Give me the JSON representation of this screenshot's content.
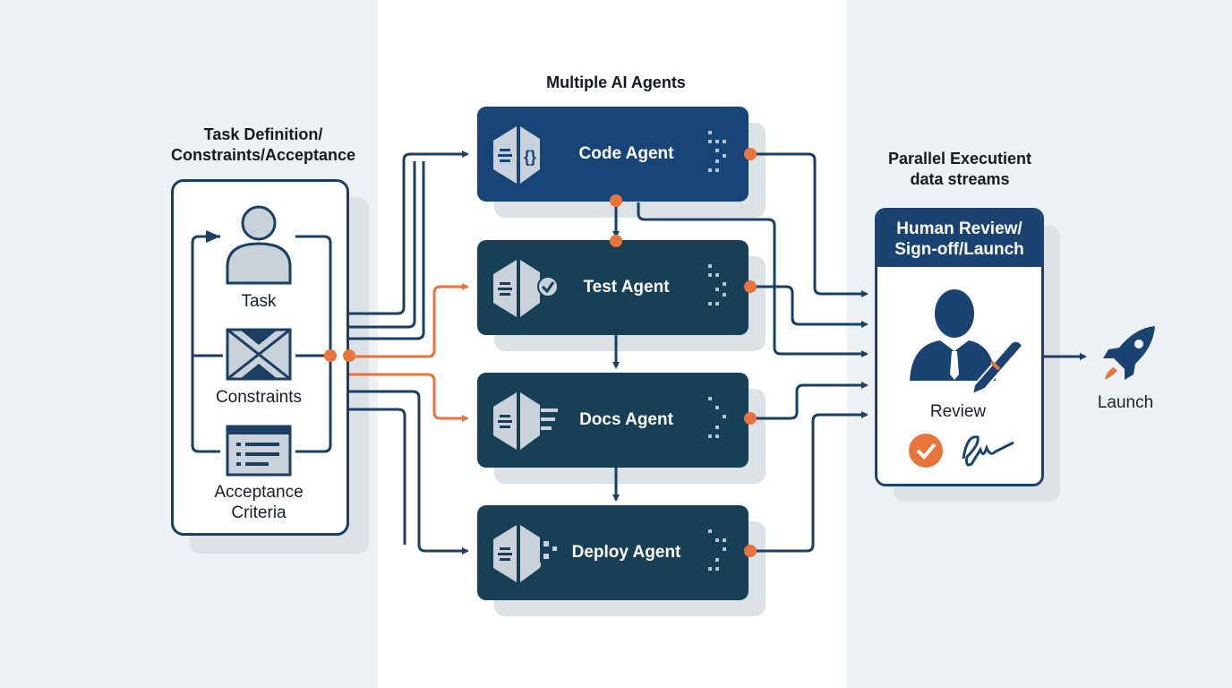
{
  "header": {
    "title": "Multiple AI Agents"
  },
  "task_panel": {
    "title_line1": "Task Definition/",
    "title_line2": "Constraints/Acceptance",
    "items": [
      {
        "label": "Task",
        "icon": "person-icon"
      },
      {
        "label": "Constraints",
        "icon": "constraints-icon"
      },
      {
        "label_line1": "Acceptance",
        "label_line2": "Criteria",
        "icon": "checklist-icon"
      }
    ]
  },
  "agents": [
    {
      "label": "Code Agent",
      "icon": "code-braces-icon",
      "color": "#184577"
    },
    {
      "label": "Test Agent",
      "icon": "check-badge-icon",
      "color": "#173f55"
    },
    {
      "label": "Docs Agent",
      "icon": "document-icon",
      "color": "#173f55"
    },
    {
      "label": "Deploy Agent",
      "icon": "deploy-icon",
      "color": "#173f55"
    }
  ],
  "streams": {
    "title_line1": "Parallel Executient",
    "title_line2": "data streams"
  },
  "review": {
    "title_line1": "Human Review/",
    "title_line2": "Sign-off/Launch",
    "label": "Review",
    "icons": [
      "reviewer-pen-icon",
      "check-circle-icon",
      "signature-icon"
    ]
  },
  "launch": {
    "label": "Launch",
    "icon": "rocket-icon"
  },
  "colors": {
    "navy": "#1b3f63",
    "accent": "#e8743b",
    "agent_dark": "#173f55",
    "agent_blue": "#184577"
  }
}
